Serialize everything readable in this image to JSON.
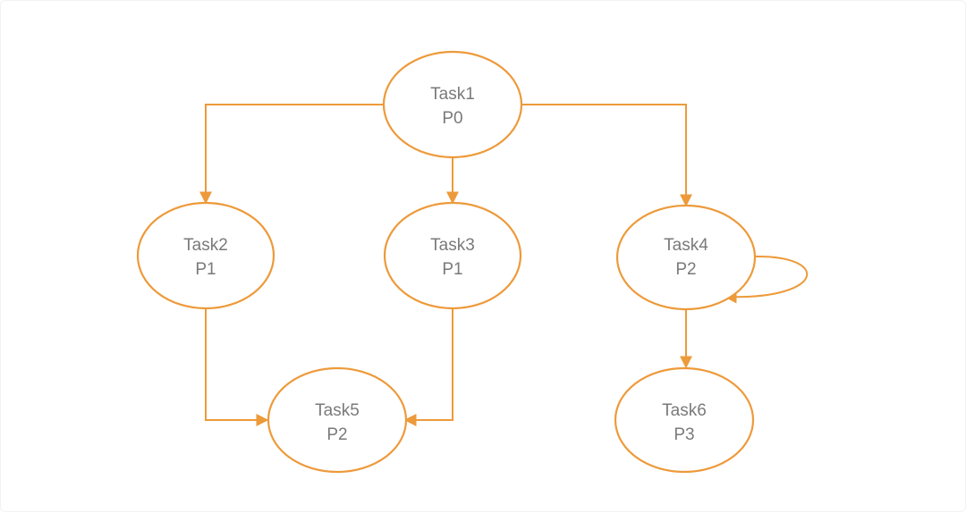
{
  "colors": {
    "stroke": "#ed9a3a",
    "text": "#7a7a7a",
    "background": "#ffffff"
  },
  "nodes": [
    {
      "id": "task1",
      "name": "Task1",
      "priority": "P0"
    },
    {
      "id": "task2",
      "name": "Task2",
      "priority": "P1"
    },
    {
      "id": "task3",
      "name": "Task3",
      "priority": "P1"
    },
    {
      "id": "task4",
      "name": "Task4",
      "priority": "P2"
    },
    {
      "id": "task5",
      "name": "Task5",
      "priority": "P2"
    },
    {
      "id": "task6",
      "name": "Task6",
      "priority": "P3"
    }
  ],
  "edges": [
    {
      "from": "task1",
      "to": "task2"
    },
    {
      "from": "task1",
      "to": "task3"
    },
    {
      "from": "task1",
      "to": "task4"
    },
    {
      "from": "task2",
      "to": "task5"
    },
    {
      "from": "task3",
      "to": "task5"
    },
    {
      "from": "task4",
      "to": "task4"
    },
    {
      "from": "task4",
      "to": "task6"
    }
  ]
}
